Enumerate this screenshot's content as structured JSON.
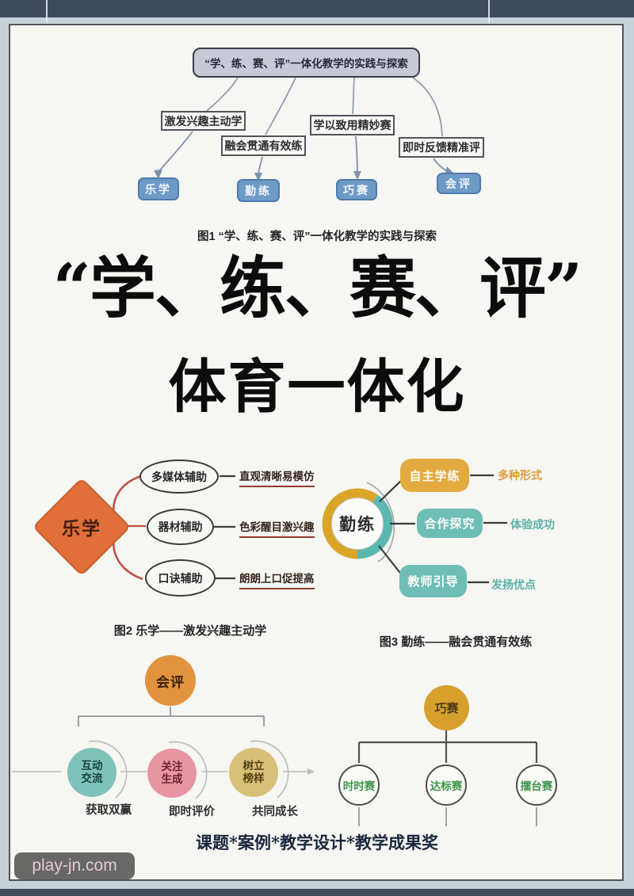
{
  "frame": {
    "watermark": "play-jn.com"
  },
  "figure1": {
    "title": "“学、练、赛、评”一体化教学的实践与探索",
    "branches": [
      {
        "label": "激发兴趣主动学",
        "target": "乐学"
      },
      {
        "label": "融会贯通有效练",
        "target": "勤练"
      },
      {
        "label": "学以致用精妙赛",
        "target": "巧赛"
      },
      {
        "label": "即时反馈精准评",
        "target": "会评"
      }
    ],
    "caption": "图1 “学、练、赛、评”一体化教学的实践与探索"
  },
  "main_title": {
    "line1": "“学、练、赛、评”",
    "line2": "体育一体化"
  },
  "figure2": {
    "root": "乐学",
    "branches": [
      {
        "node": "多媒体辅助",
        "desc": "直观清晰易模仿"
      },
      {
        "node": "器材辅助",
        "desc": "色彩醒目激兴趣"
      },
      {
        "node": "口诀辅助",
        "desc": "朗朗上口促提高"
      }
    ],
    "caption": "图2 乐学——激发兴趣主动学"
  },
  "figure3": {
    "root": "勤练",
    "branches": [
      {
        "node": "自主学练",
        "desc": "多种形式"
      },
      {
        "node": "合作探究",
        "desc": "体验成功"
      },
      {
        "node": "教师引导",
        "desc": "发扬优点"
      }
    ],
    "caption": "图3 勤练——融会贯通有效练"
  },
  "figure4": {
    "root": "会评",
    "branches": [
      {
        "node": "互动交流",
        "desc": "获取双赢"
      },
      {
        "node": "关注生成",
        "desc": "即时评价"
      },
      {
        "node": "树立榜样",
        "desc": "共同成长"
      }
    ]
  },
  "figure5": {
    "root": "巧赛",
    "branches": [
      {
        "node": "时时赛"
      },
      {
        "node": "达标赛"
      },
      {
        "node": "擂台赛"
      }
    ]
  },
  "footer": {
    "text": "课题*案例*教学设计*教学成果奖"
  },
  "colors": {
    "frame_bar": "#3e4a5c",
    "frame_bg": "#c7d1d8",
    "page_bg": "#f6f6f2",
    "flow_node_blue": "#6e9ac6",
    "diamond_orange": "#e06f3a",
    "gold": "#e3aa3f",
    "teal": "#6fbeb6",
    "huiping_orange": "#e2933d",
    "pink": "#e795a3",
    "tan": "#d8c078",
    "qiaosai_gold": "#d7a02c",
    "match_green_text": "#3e9549",
    "brace_red": "#bf4f43"
  }
}
